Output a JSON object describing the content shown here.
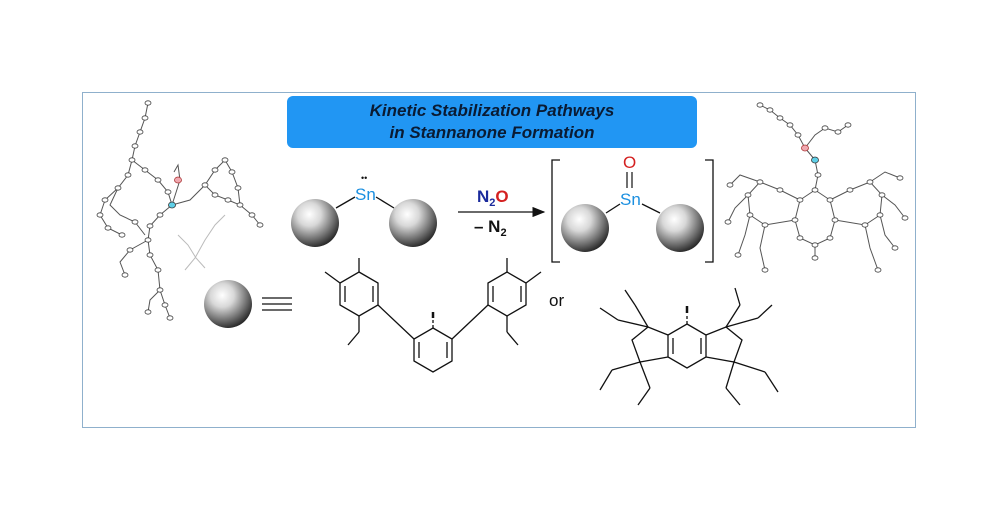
{
  "banner": {
    "line1": "Kinetic Stabilization Pathways",
    "line2": "in Stannanone Formation"
  },
  "reactant": {
    "center_atom": "Sn",
    "lone_pair": "••"
  },
  "reagent": {
    "above_n": "N",
    "above_sub": "2",
    "above_o": "O",
    "below_minus": "– N",
    "below_sub": "2"
  },
  "product": {
    "center_atom": "Sn",
    "oxygen": "O"
  },
  "legend": {
    "or_label": "or"
  },
  "colors": {
    "banner_bg": "#2196f3",
    "tin": "#1b8fe0",
    "oxygen": "#d42020",
    "nitrogen": "#1a2a9c",
    "frame": "#8fb0cc"
  }
}
